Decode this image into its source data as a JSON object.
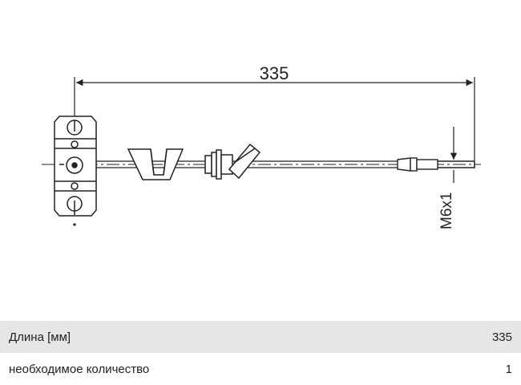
{
  "drawing": {
    "length_dimension": "335",
    "thread_label": "M6x1"
  },
  "specs": [
    {
      "label": "Длина [мм]",
      "value": "335"
    },
    {
      "label": "необходимое количество",
      "value": "1"
    }
  ]
}
